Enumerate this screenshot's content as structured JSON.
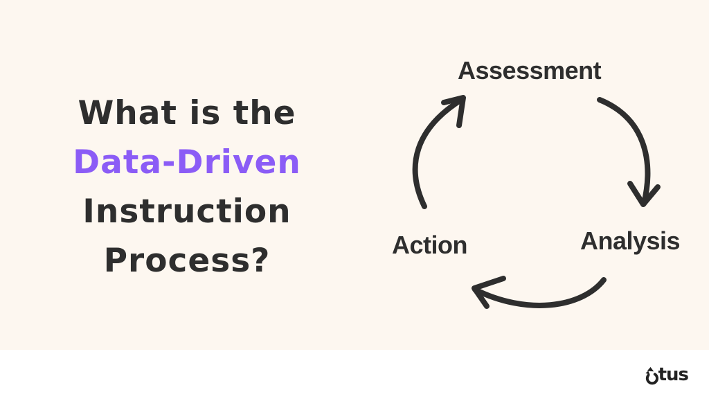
{
  "title": {
    "line1": "What is the",
    "line2": "Data-Driven",
    "line3": "Instruction",
    "line4": "Process?"
  },
  "cycle": {
    "steps": [
      {
        "label": "Assessment"
      },
      {
        "label": "Analysis"
      },
      {
        "label": "Action"
      }
    ],
    "flow": "Assessment → Analysis → Action → Assessment"
  },
  "logo": {
    "text": "tus",
    "brand": "Otus"
  },
  "colors": {
    "background": "#fdf7f0",
    "footer": "#ffffff",
    "text": "#2e2e2e",
    "accent": "#8b5cf6"
  }
}
